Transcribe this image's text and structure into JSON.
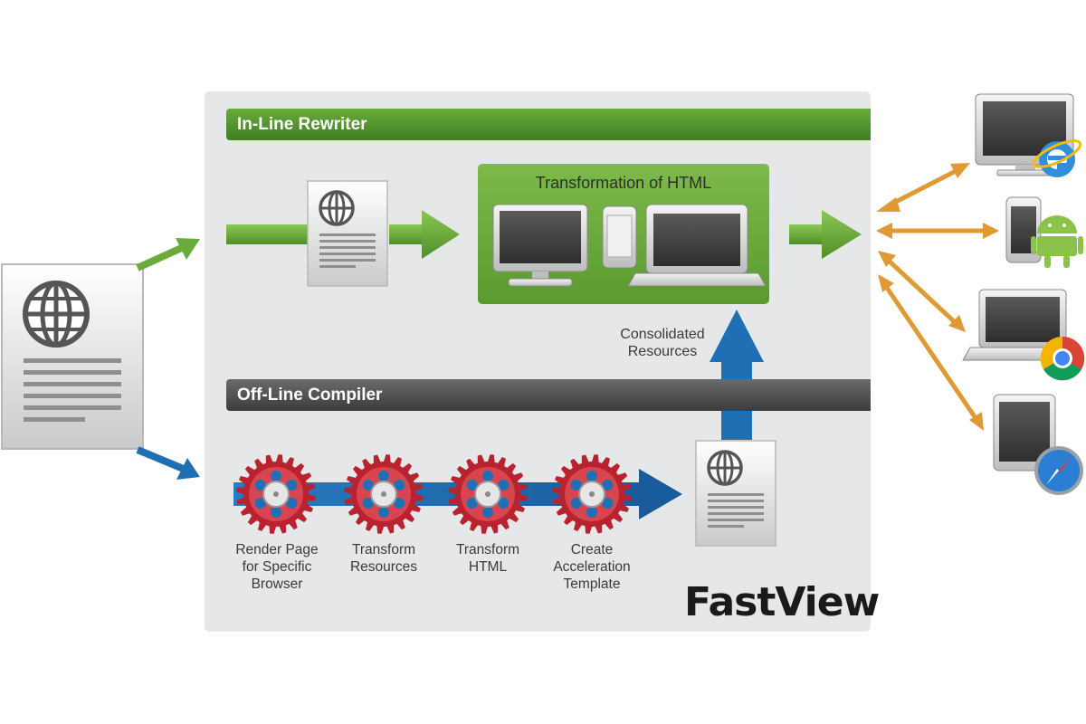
{
  "inline_rewriter": {
    "label": "In-Line Rewriter"
  },
  "offline_compiler": {
    "label": "Off-Line Compiler"
  },
  "transformation_box": {
    "title": "Transformation of HTML"
  },
  "consolidated_resources": {
    "line1": "Consolidated",
    "line2": "Resources"
  },
  "steps": [
    {
      "line1": "Render Page",
      "line2": "for Specific",
      "line3": "Browser"
    },
    {
      "line1": "Transform",
      "line2": "Resources",
      "line3": ""
    },
    {
      "line1": "Transform",
      "line2": "HTML",
      "line3": ""
    },
    {
      "line1": "Create",
      "line2": "Acceleration",
      "line3": "Template"
    }
  ],
  "brand": {
    "logo": "FastView"
  },
  "colors": {
    "green": "#6aab3c",
    "blue": "#1f6fb5",
    "orange": "#e09a35",
    "gear_red": "#b8232f",
    "panel": "#e6e7e8"
  },
  "devices": [
    {
      "device": "desktop-monitor-icon",
      "browser": "internet-explorer-icon"
    },
    {
      "device": "smartphone-icon",
      "browser": "android-icon"
    },
    {
      "device": "laptop-icon",
      "browser": "chrome-icon"
    },
    {
      "device": "tablet-icon",
      "browser": "safari-icon"
    }
  ]
}
